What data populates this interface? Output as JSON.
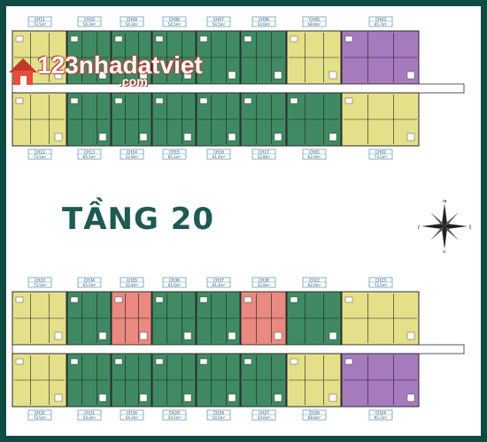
{
  "page_title": "TẦNG 20",
  "watermark": {
    "text": "123nhadatviet",
    "domain": ".com"
  },
  "compass": {
    "n": "N",
    "s": "S",
    "e": "E",
    "w": "W"
  },
  "colors": {
    "background": "#0f4a44",
    "green": "#3f8a62",
    "yellow": "#e4e08a",
    "purple": "#a57bbd",
    "pink": "#e9897f",
    "corridor": "#ffffff",
    "wall": "#2b2b2b",
    "title": "#1d5a52",
    "tag_border": "#3a7fa0"
  },
  "upper_block": {
    "top_units": [
      {
        "code": "CH11",
        "area": "73.5m²",
        "color": "yellow"
      },
      {
        "code": "CH10",
        "area": "54.3m²",
        "color": "green"
      },
      {
        "code": "CH09",
        "area": "54.3m²",
        "color": "green"
      },
      {
        "code": "CH08",
        "area": "54.5m²",
        "color": "green"
      },
      {
        "code": "CH07",
        "area": "54.5m²",
        "color": "green"
      },
      {
        "code": "CH06",
        "area": "54.6m²",
        "color": "green"
      },
      {
        "code": "CH05",
        "area": "68.8m²",
        "color": "yellow"
      },
      {
        "code": "CH03",
        "area": "95.7m²",
        "color": "purple"
      }
    ],
    "bottom_units": [
      {
        "code": "CH12",
        "area": "73.5m²",
        "color": "yellow"
      },
      {
        "code": "CH13",
        "area": "65.1m²",
        "color": "green"
      },
      {
        "code": "CH14",
        "area": "52.8m²",
        "color": "green"
      },
      {
        "code": "CH15",
        "area": "65.1m²",
        "color": "green"
      },
      {
        "code": "CH16",
        "area": "61.4m²",
        "color": "green"
      },
      {
        "code": "CH17",
        "area": "52.8m²",
        "color": "green"
      },
      {
        "code": "CH01",
        "area": "62.0m²",
        "color": "green"
      },
      {
        "code": "CH02",
        "area": "73.5m²",
        "color": "yellow"
      }
    ]
  },
  "lower_block": {
    "top_units": [
      {
        "code": "CH33",
        "area": "73.5m²",
        "color": "yellow"
      },
      {
        "code": "CH34",
        "area": "65.1m²",
        "color": "green"
      },
      {
        "code": "CH35",
        "area": "52.8m²",
        "color": "pink"
      },
      {
        "code": "CH36",
        "area": "61.6m²",
        "color": "green"
      },
      {
        "code": "CH37",
        "area": "61.4m²",
        "color": "green"
      },
      {
        "code": "CH38",
        "area": "52.8m²",
        "color": "pink"
      },
      {
        "code": "CH22",
        "area": "62.0m²",
        "color": "green"
      },
      {
        "code": "CH23",
        "area": "73.5m²",
        "color": "yellow"
      }
    ],
    "bottom_units": [
      {
        "code": "CH32",
        "area": "73.5m²",
        "color": "yellow"
      },
      {
        "code": "CH31",
        "area": "54.3m²",
        "color": "green"
      },
      {
        "code": "CH30",
        "area": "54.3m²",
        "color": "green"
      },
      {
        "code": "CH29",
        "area": "54.5m²",
        "color": "green"
      },
      {
        "code": "CH28",
        "area": "54.5m²",
        "color": "green"
      },
      {
        "code": "CH27",
        "area": "54.6m²",
        "color": "green"
      },
      {
        "code": "CH26",
        "area": "68.8m²",
        "color": "yellow"
      },
      {
        "code": "CH24",
        "area": "95.7m²",
        "color": "purple"
      }
    ]
  }
}
